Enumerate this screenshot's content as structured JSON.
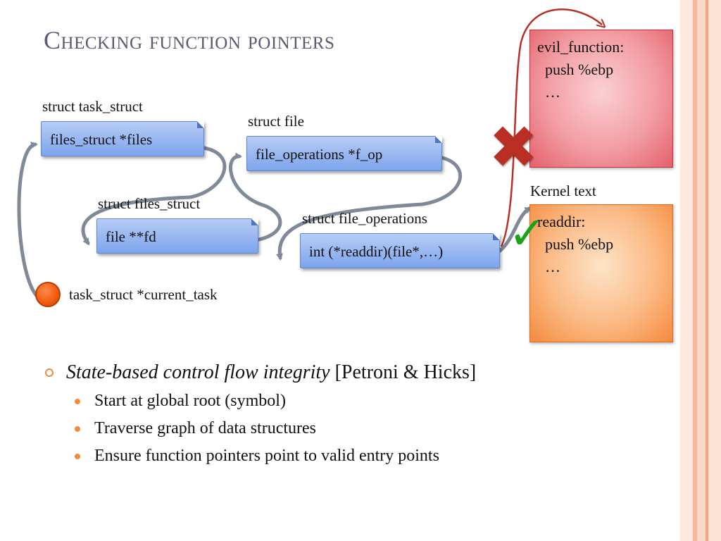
{
  "slide": {
    "title": "Checking function pointers"
  },
  "diagram": {
    "task_struct_label": "struct task_struct",
    "task_struct_field": "files_struct *files",
    "file_label": "struct file",
    "file_field": "file_operations *f_op",
    "files_struct_label": "struct files_struct",
    "files_struct_field": "file **fd",
    "file_operations_label": "struct file_operations",
    "file_operations_field": "int (*readdir)(file*,…)",
    "root_label": "task_struct *current_task",
    "evil_box_text": "evil_function:\n  push %ebp\n  …",
    "kernel_text_label": "Kernel text",
    "kernel_box_text": "readdir:\n  push %ebp\n  …",
    "invalid_mark": "✖",
    "valid_mark": "✓"
  },
  "bullets": {
    "main_italic": "State-based control flow integrity",
    "main_rest": " [Petroni & Hicks]",
    "sub_items": [
      "Start at global root (symbol)",
      "Traverse graph of data structures",
      "Ensure function pointers point to valid entry points"
    ]
  },
  "colors": {
    "stripe_light": "#fbe3d6",
    "stripe_accent": "#f4a582",
    "field_blue": "#7da4ec",
    "evil_red": "#e4606a",
    "kernel_orange": "#f58a3c",
    "arrow_gray": "#7f8a99",
    "arrow_red": "#b92f24"
  }
}
